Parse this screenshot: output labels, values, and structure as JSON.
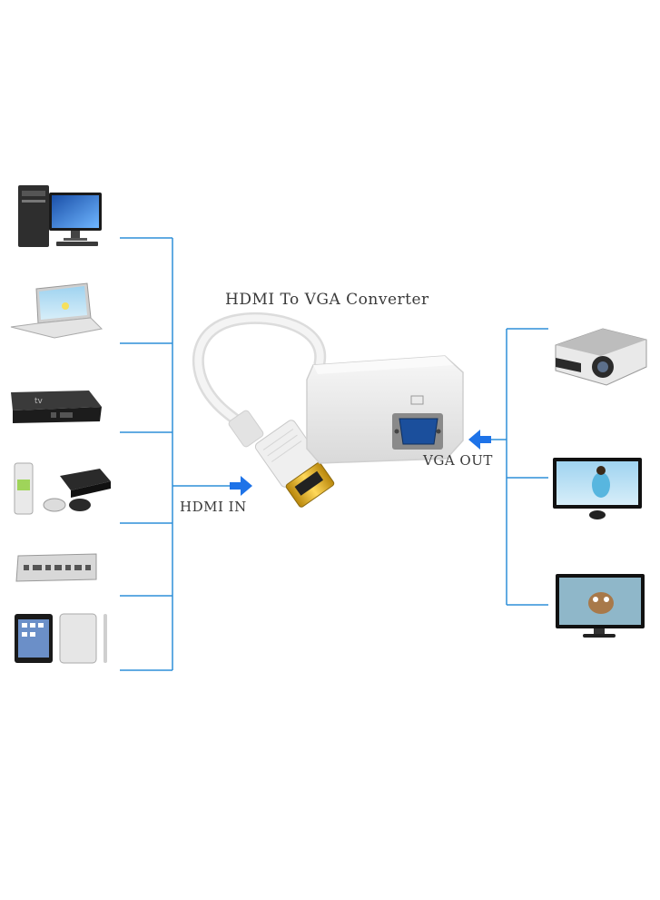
{
  "diagram": {
    "title": "HDMI To VGA Converter",
    "input_label": "HDMI IN",
    "output_label": "VGA OUT",
    "colors": {
      "connector_line": "#2f8fd8",
      "arrow": "#1e73e8",
      "adapter_body": "#ececec",
      "hdmi_plug_tip": "#d9a520"
    },
    "source_devices": [
      {
        "icon": "desktop-computer-icon"
      },
      {
        "icon": "laptop-icon"
      },
      {
        "icon": "apple-tv-box-icon"
      },
      {
        "icon": "game-consoles-icon"
      },
      {
        "icon": "mac-mini-icon"
      },
      {
        "icon": "tablets-icon"
      }
    ],
    "display_devices": [
      {
        "icon": "projector-icon"
      },
      {
        "icon": "tv-monitor-icon"
      },
      {
        "icon": "lcd-monitor-icon"
      }
    ]
  }
}
